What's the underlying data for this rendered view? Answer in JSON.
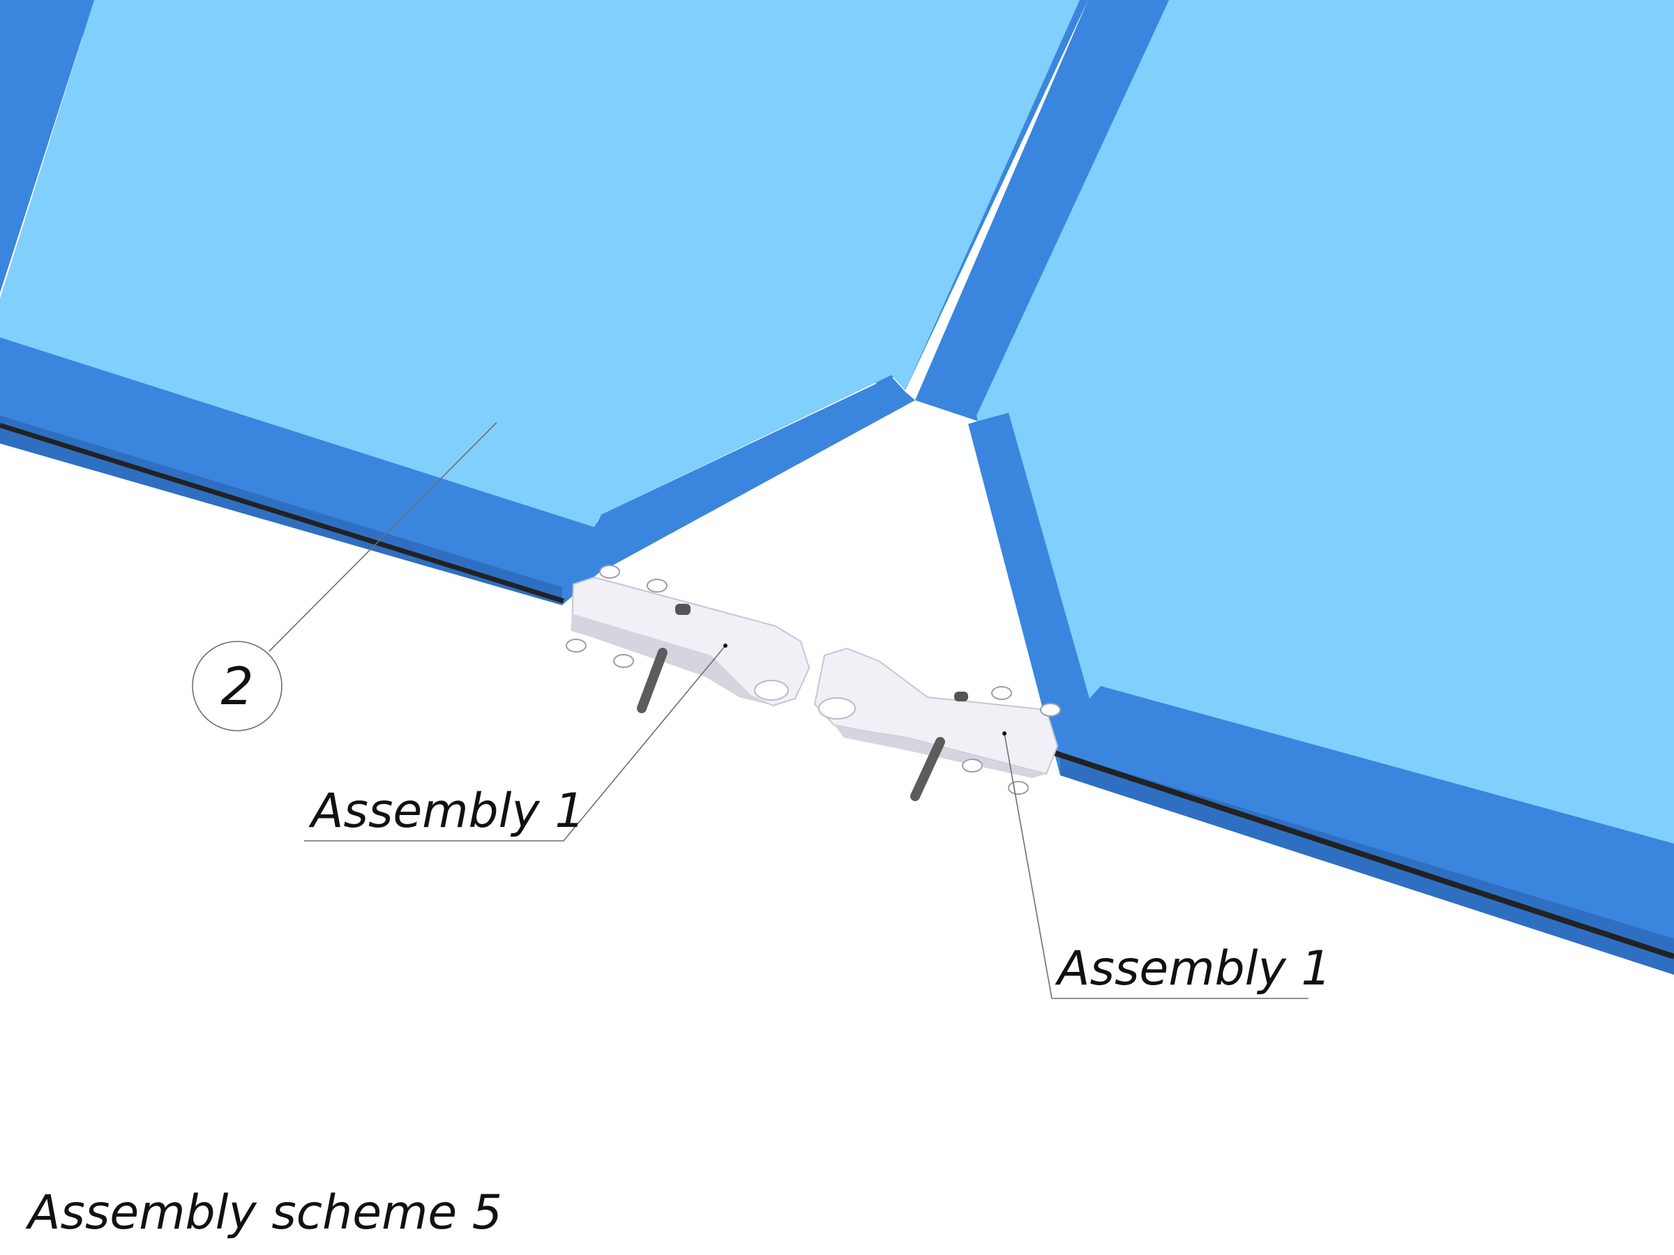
{
  "callouts": {
    "balloon_label": "2",
    "assembly_label_left": "Assembly 1",
    "assembly_label_right": "Assembly 1"
  },
  "caption": "Assembly scheme 5",
  "colors": {
    "panel_fill": "#80cffc",
    "frame_edge": "#3a86de",
    "frame_shadow": "#2f6fc2",
    "rod": "#222222",
    "bracket_body": "#f2f0f6",
    "bracket_shade": "#d7d4e0",
    "pin": "#5c5c5c",
    "leader_line": "#6f6f6f",
    "background": "#ffffff"
  }
}
